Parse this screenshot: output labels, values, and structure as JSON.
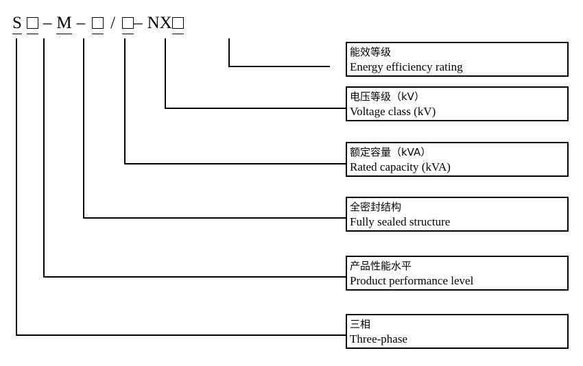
{
  "diagram": {
    "title": "Transformer model designation breakdown",
    "line_color": "#000000",
    "background": "#ffffff"
  },
  "model_code": {
    "full": "S□ – M – □ / □– NX□",
    "segments": [
      {
        "text": "S",
        "underlined": true,
        "type": "letter"
      },
      {
        "text": "□",
        "underlined": true,
        "type": "box"
      },
      {
        "text": "–",
        "underlined": false,
        "type": "separator"
      },
      {
        "text": "M",
        "underlined": true,
        "type": "letter"
      },
      {
        "text": "–",
        "underlined": false,
        "type": "separator"
      },
      {
        "text": "□",
        "underlined": true,
        "type": "box"
      },
      {
        "text": "/",
        "underlined": false,
        "type": "separator"
      },
      {
        "text": "□",
        "underlined": true,
        "type": "box"
      },
      {
        "text": "–",
        "underlined": false,
        "type": "separator"
      },
      {
        "text": "NX",
        "underlined": false,
        "type": "letter"
      },
      {
        "text": "□",
        "underlined": true,
        "type": "box"
      }
    ]
  },
  "callouts": [
    {
      "id": "energy-efficiency-rating",
      "cn": "能效等级",
      "en": "Energy efficiency rating",
      "source_segment": "NX□"
    },
    {
      "id": "voltage-class",
      "cn": "电压等级（kV）",
      "en": "Voltage class (kV)",
      "source_segment": "□ (after slash)"
    },
    {
      "id": "rated-capacity",
      "cn": "额定容量（kVA）",
      "en": "Rated capacity (kVA)",
      "source_segment": "□ (before slash)"
    },
    {
      "id": "fully-sealed-structure",
      "cn": "全密封结构",
      "en": "Fully sealed structure",
      "source_segment": "M"
    },
    {
      "id": "product-performance-level",
      "cn": "产品性能水平",
      "en": "Product performance level",
      "source_segment": "□ (after S)"
    },
    {
      "id": "three-phase",
      "cn": "三相",
      "en": "Three-phase",
      "source_segment": "S"
    }
  ]
}
